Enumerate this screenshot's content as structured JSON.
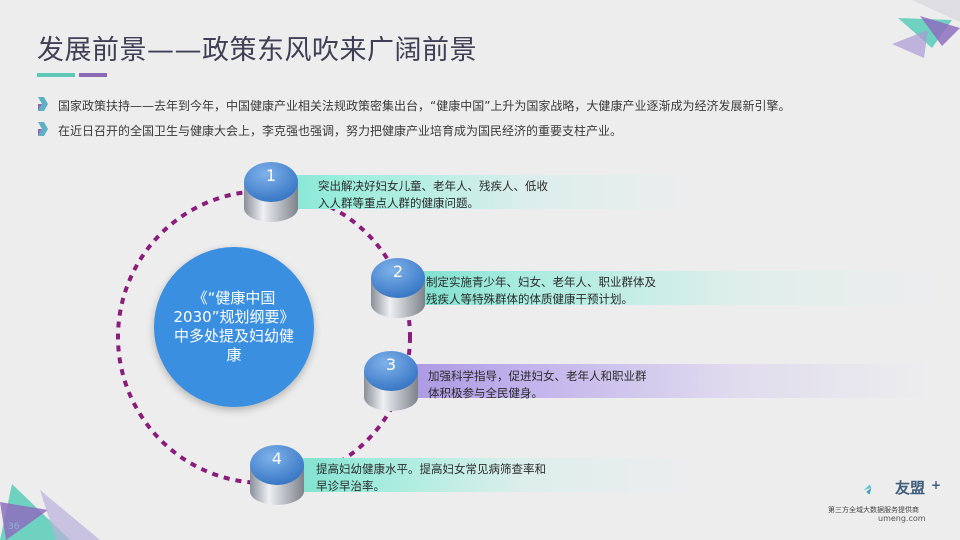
{
  "title": "发展前景——政策东风吹来广阔前景",
  "bullets": [
    "国家政策扶持——去年到今年，中国健康产业相关法规政策密集出台，“健康中国”上升为国家战略，大健康产业逐渐成为经济发展新引擎。",
    "在近日召开的全国卫生与健康大会上，李克强也强调，努力把健康产业培育成为国民经济的重要支柱产业。"
  ],
  "hub": {
    "text": "《“健康中国2030”规划纲要》中多处提及妇幼健康"
  },
  "items": [
    {
      "num": "1",
      "line1": "突出解决好妇女儿童、老年人、残疾人、低收",
      "line2": "入人群等重点人群的健康问题。"
    },
    {
      "num": "2",
      "line1": "制定实施青少年、妇女、老年人、职业群体及",
      "line2": "残疾人等特殊群体的体质健康干预计划。"
    },
    {
      "num": "3",
      "line1": "加强科学指导，促进妇女、老年人和职业群",
      "line2": "体积极参与全民健身。"
    },
    {
      "num": "4",
      "line1": "提高妇幼健康水平。提高妇女常见病筛查率和",
      "line2": "早诊早治率。"
    }
  ],
  "logo": {
    "name": "友盟",
    "plus": "+",
    "tagline": "第三方全域大数据服务提供商",
    "site": "umeng.com"
  },
  "page_number": "36",
  "colors": {
    "teal": "#5ec8b8",
    "purple": "#8b6bb5",
    "hub_blue": "#3a8fe0",
    "ring": "#8a1c7c"
  }
}
